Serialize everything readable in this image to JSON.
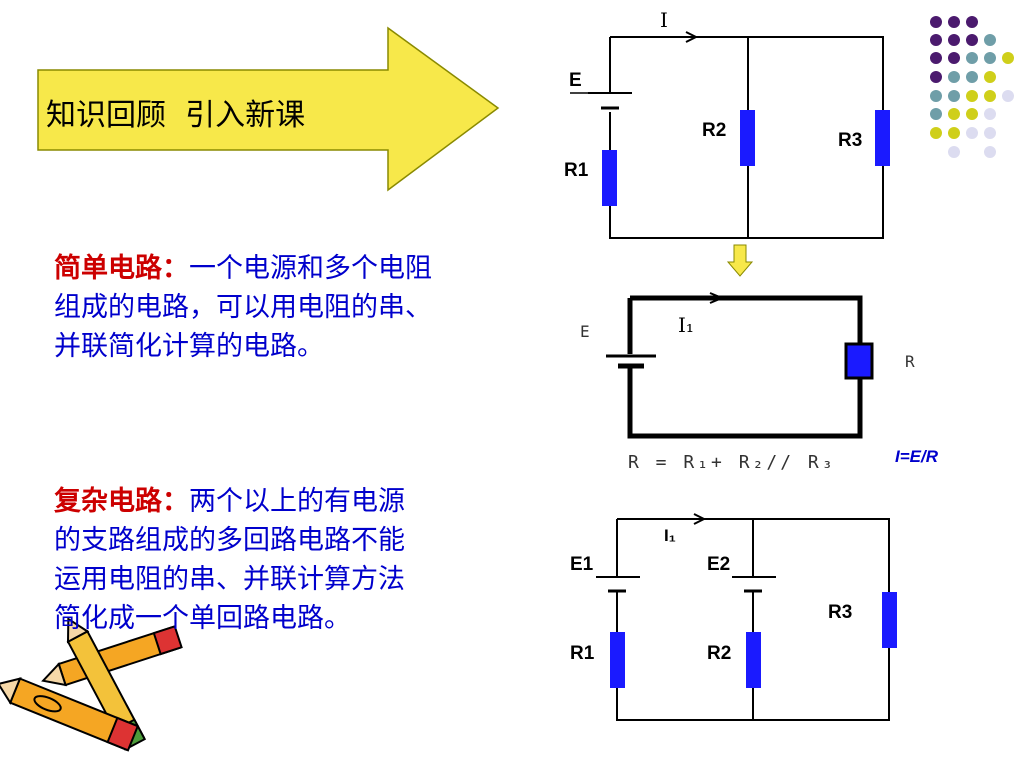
{
  "banner": {
    "title": "知识回顾  引入新课"
  },
  "simple_circuit": {
    "lead": "简单电路：",
    "text_line1": "一个电源和多个电阻",
    "text_line2": "组成的电路，可以用电阻的串、",
    "text_line3": "并联简化计算的电路。"
  },
  "complex_circuit": {
    "lead": "复杂电路：",
    "text_line1": "两个以上的有电源",
    "text_line2": "的支路组成的多回路电路不能",
    "text_line3": "运用电阻的串、并联计算方法",
    "text_line4": "简化成一个单回路电路。"
  },
  "circuit1": {
    "current": "I",
    "source": "E",
    "r1": "R1",
    "r2": "R2",
    "r3": "R3"
  },
  "circuit2": {
    "source": "E",
    "current": "I₁",
    "resistor": "R",
    "formula": "R = R₁+ R₂// R₃",
    "ohms_law": "I=E/R"
  },
  "circuit3": {
    "current": "I₁",
    "e1": "E1",
    "e2": "E2",
    "r1": "R1",
    "r2": "R2",
    "r3": "R3"
  },
  "colors": {
    "resistor": "#1a1aff",
    "arrow_fill": "#f7e84a",
    "arrow_stroke": "#8a8a00",
    "text_blue": "#0000cc",
    "text_red": "#cc0000",
    "dot_purple": "#4b1a6e",
    "dot_teal": "#6f9ea8",
    "dot_yellow": "#cfcf1a",
    "dot_lavender": "#dcdcf0"
  }
}
